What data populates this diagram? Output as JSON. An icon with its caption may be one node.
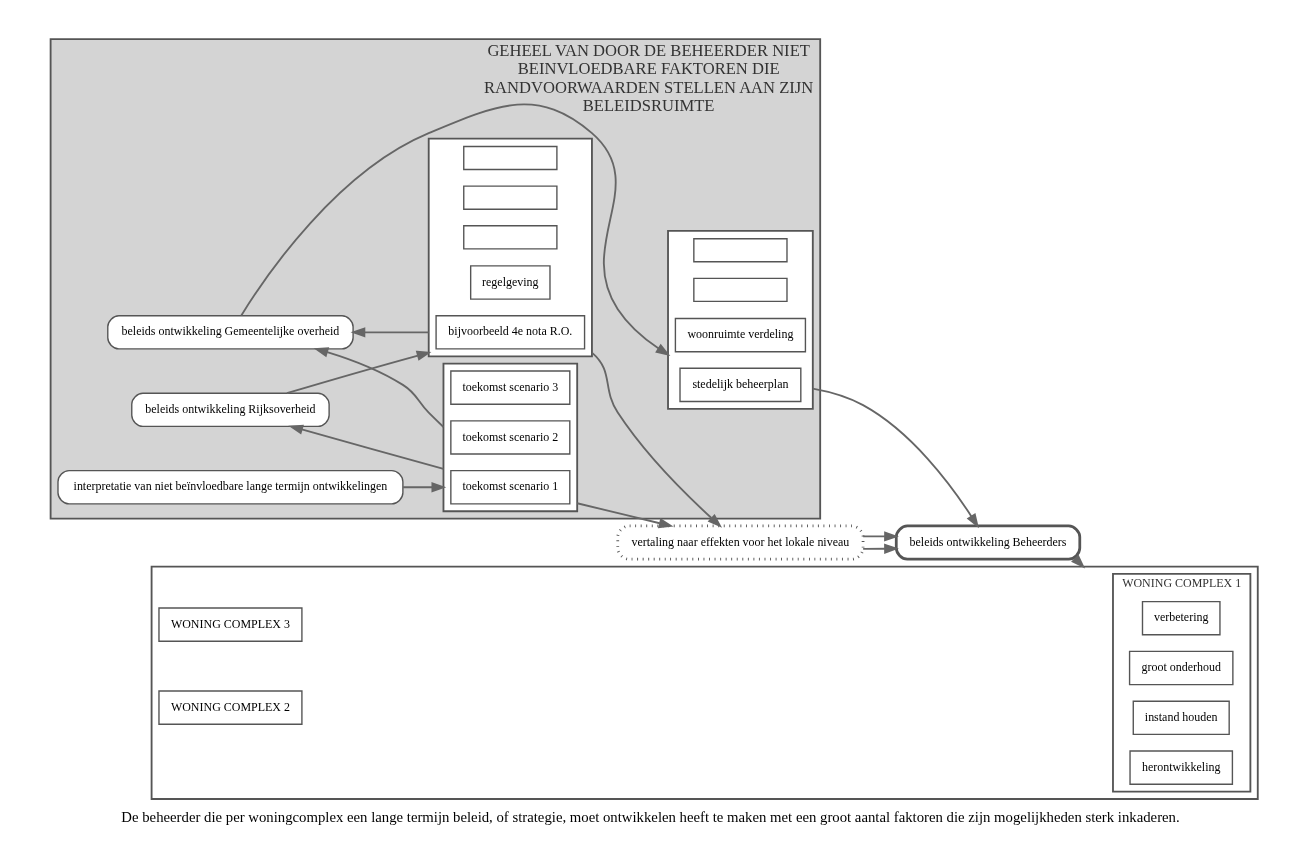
{
  "diagram": {
    "caption": "De beheerder die per woningcomplex een lange termijn beleid, of strategie, moet ontwikkelen heeft te maken met een groot aantal faktoren die zijn mogelijkheden sterk inkaderen.",
    "nodes": [
      {
        "text": [
          "GEHEEL VAN DOOR DE BEHEERDER NIET BEINVLOEDBARE FAKTOREN DIE RANDVOORWAARDEN STELLEN AAN ZIJN BELEIDSRUIMTE"
        ]
      },
      {
        "text": [
          "interpretatie van niet beïnvloedbare lange termijn ontwikkelingen"
        ],
        "in": 0
      },
      {
        "text": [],
        "shape": "box",
        "in": 0
      },
      {
        "text": [
          "toekomst scenario 3"
        ],
        "in": 2
      },
      {
        "text": [
          "toekomst scenario 2"
        ],
        "in": 2
      },
      {
        "text": [
          "toekomst scenario 1"
        ],
        "in": 2
      },
      {
        "text": [
          "beleids ontwikkeling Rijksoverheid"
        ],
        "in": 0
      },
      {
        "text": [],
        "shape": "box",
        "in": 0
      },
      {
        "text": [],
        "shape": "box",
        "in": 7
      },
      {
        "text": [],
        "shape": "box",
        "in": 7
      },
      {
        "text": [],
        "shape": "box",
        "in": 7
      },
      {
        "text": [
          "regelgeving"
        ],
        "in": 7
      },
      {
        "text": [
          "bijvoorbeeld 4e nota R.O."
        ],
        "in": 7
      },
      {
        "text": [
          "beleids ontwikkeling Gemeentelijke overheid"
        ],
        "in": 0
      },
      {
        "text": [],
        "shape": "box",
        "in": 0
      },
      {
        "text": [],
        "shape": "box",
        "in": 14
      },
      {
        "text": [],
        "shape": "box",
        "in": 14
      },
      {
        "text": [
          "woonruimte verdeling"
        ],
        "in": 14
      },
      {
        "text": [
          "stedelijk beheerplan"
        ],
        "in": 14
      },
      {
        "text": [
          "vertaling naar effekten voor het lokale niveau"
        ]
      },
      {
        "text": [
          "beleids ontwikkeling Beheerders"
        ]
      },
      {
        "text": [],
        "shape": "box"
      },
      {
        "text": [
          "WONING COMPLEX 3"
        ],
        "in": 21
      },
      {
        "text": [
          "WONING COMPLEX 2"
        ],
        "in": 21
      },
      {
        "text": [
          "WONING COMPLEX 1"
        ],
        "in": 21
      },
      {
        "text": [
          "verbetering"
        ],
        "in": 24
      },
      {
        "text": [
          "groot onderhoud"
        ],
        "in": 24
      },
      {
        "text": [
          "instand houden"
        ],
        "in": 24
      },
      {
        "text": [
          "herontwikkeling"
        ],
        "in": 24
      }
    ],
    "edges": [
      {
        "from": 1,
        "to": 2,
        "arrow": "to"
      },
      {
        "from": 2,
        "to": 6,
        "arrow": "to"
      },
      {
        "from": 6,
        "to": 7,
        "arrow": "to"
      },
      {
        "from": 7,
        "to": 13,
        "arrow": "to"
      },
      {
        "from": 2,
        "to": 13,
        "arrow": "to"
      },
      {
        "from": 13,
        "to": 14,
        "arrow": "to"
      },
      {
        "from": 14,
        "to": 20,
        "arrow": "to"
      },
      {
        "from": 7,
        "to": 19,
        "arrow": "to"
      },
      {
        "from": 2,
        "to": 19,
        "arrow": "to"
      },
      {
        "from": 19,
        "to": 20,
        "arrow": "to"
      },
      {
        "from": 19,
        "to": 20,
        "arrow": "to"
      },
      {
        "from": 20,
        "to": 21,
        "arrow": "to"
      }
    ]
  }
}
